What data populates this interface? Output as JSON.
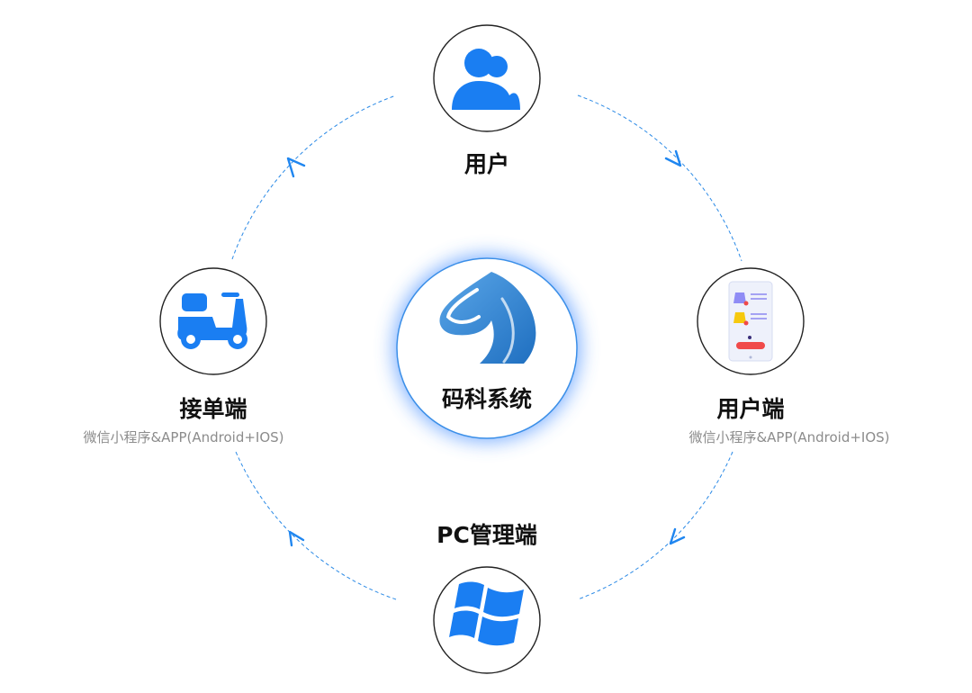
{
  "center": {
    "title": "码科系统"
  },
  "nodes": {
    "top": {
      "title": "用户"
    },
    "right": {
      "title": "用户端",
      "subtitle": "微信小程序&APP(Android+IOS)"
    },
    "bottom": {
      "title": "PC管理端"
    },
    "left": {
      "title": "接单端",
      "subtitle": "微信小程序&APP(Android+IOS)"
    }
  },
  "colors": {
    "accent": "#1f86f0",
    "icon_blue": "#1a7ef2",
    "logo_blue": "#3a8fd8",
    "glow": "#4a90ff",
    "label": "#111111",
    "sublabel": "#8c8c8c",
    "ring": "#222222"
  },
  "icons": {
    "top": "user-icon",
    "right": "phone-list-icon",
    "bottom": "windows-icon",
    "left": "scooter-icon",
    "center": "horse-logo-icon"
  }
}
